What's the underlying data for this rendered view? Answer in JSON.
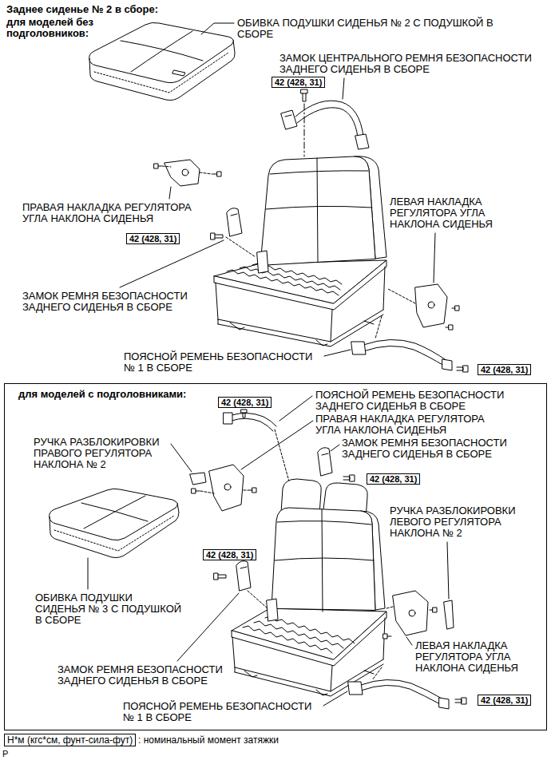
{
  "diagram": {
    "title": "Заднее сиденье № 2 в сборе:",
    "nodes": [
      {
        "text": [
          "42 (428, 31)"
        ]
      },
      {
        "text": [
          "42 (428, 31)"
        ]
      },
      {
        "text": [
          "42 (428, 31)"
        ]
      },
      {
        "text": [
          "для моделей с подголовниками:"
        ]
      },
      {
        "text": [
          "42 (428, 31)"
        ],
        "in": 3
      },
      {
        "text": [
          "42 (428, 31)"
        ],
        "in": 3
      },
      {
        "text": [
          "42 (428, 31)"
        ],
        "in": 3
      },
      {
        "text": [
          "42 (428, 31)"
        ],
        "in": 3
      },
      {
        "text": [
          "Н*м (кгс*см, фунт-сила-фут)"
        ]
      }
    ],
    "labels": [
      "для моделей без подголовников:",
      "ОБИВКА ПОДУШКИ СИДЕНЬЯ № 2 С ПОДУШКОЙ В СБОРЕ",
      "ЗАМОК ЦЕНТРАЛЬНОГО РЕМНЯ БЕЗОПАСНОСТИ ЗАДНЕГО СИДЕНЬЯ В СБОРЕ",
      "ПРАВАЯ НАКЛАДКА РЕГУЛЯТОРА УГЛА НАКЛОНА СИДЕНЬЯ",
      "ЛЕВАЯ НАКЛАДКА РЕГУЛЯТОРА УГЛА НАКЛОНА СИДЕНЬЯ",
      "ЗАМОК РЕМНЯ БЕЗОПАСНОСТИ ЗАДНЕГО СИДЕНЬЯ В СБОРЕ",
      "ПОЯСНОЙ РЕМЕНЬ БЕЗОПАСНОСТИ № 1 В СБОРЕ",
      "ПОЯСНОЙ РЕМЕНЬ БЕЗОПАСНОСТИ ЗАДНЕГО СИДЕНЬЯ В СБОРЕ",
      "ПРАВАЯ НАКЛАДКА РЕГУЛЯТОРА УГЛА НАКЛОНА СИДЕНЬЯ",
      "ЗАМОК РЕМНЯ БЕЗОПАСНОСТИ ЗАДНЕГО СИДЕНЬЯ В СБОРЕ",
      "РУЧКА РАЗБЛОКИРОВКИ ПРАВОГО РЕГУЛЯТОРА НАКЛОНА № 2",
      "РУЧКА РАЗБЛОКИРОВКИ ЛЕВОГО РЕГУЛЯТОРА НАКЛОНА № 2",
      "ОБИВКА ПОДУШКИ СИДЕНЬЯ № 3 С ПОДУШКОЙ В СБОРЕ",
      "ЛЕВАЯ НАКЛАДКА РЕГУЛЯТОРА УГЛА НАКЛОНА СИДЕНЬЯ",
      "ЗАМОК РЕМНЯ БЕЗОПАСНОСТИ ЗАДНЕГО СИДЕНЬЯ В СБОРЕ",
      "ПОЯСНОЙ РЕМЕНЬ БЕЗОПАСНОСТИ № 1 В СБОРЕ",
      ": номинальный момент затяжки",
      "P"
    ]
  }
}
